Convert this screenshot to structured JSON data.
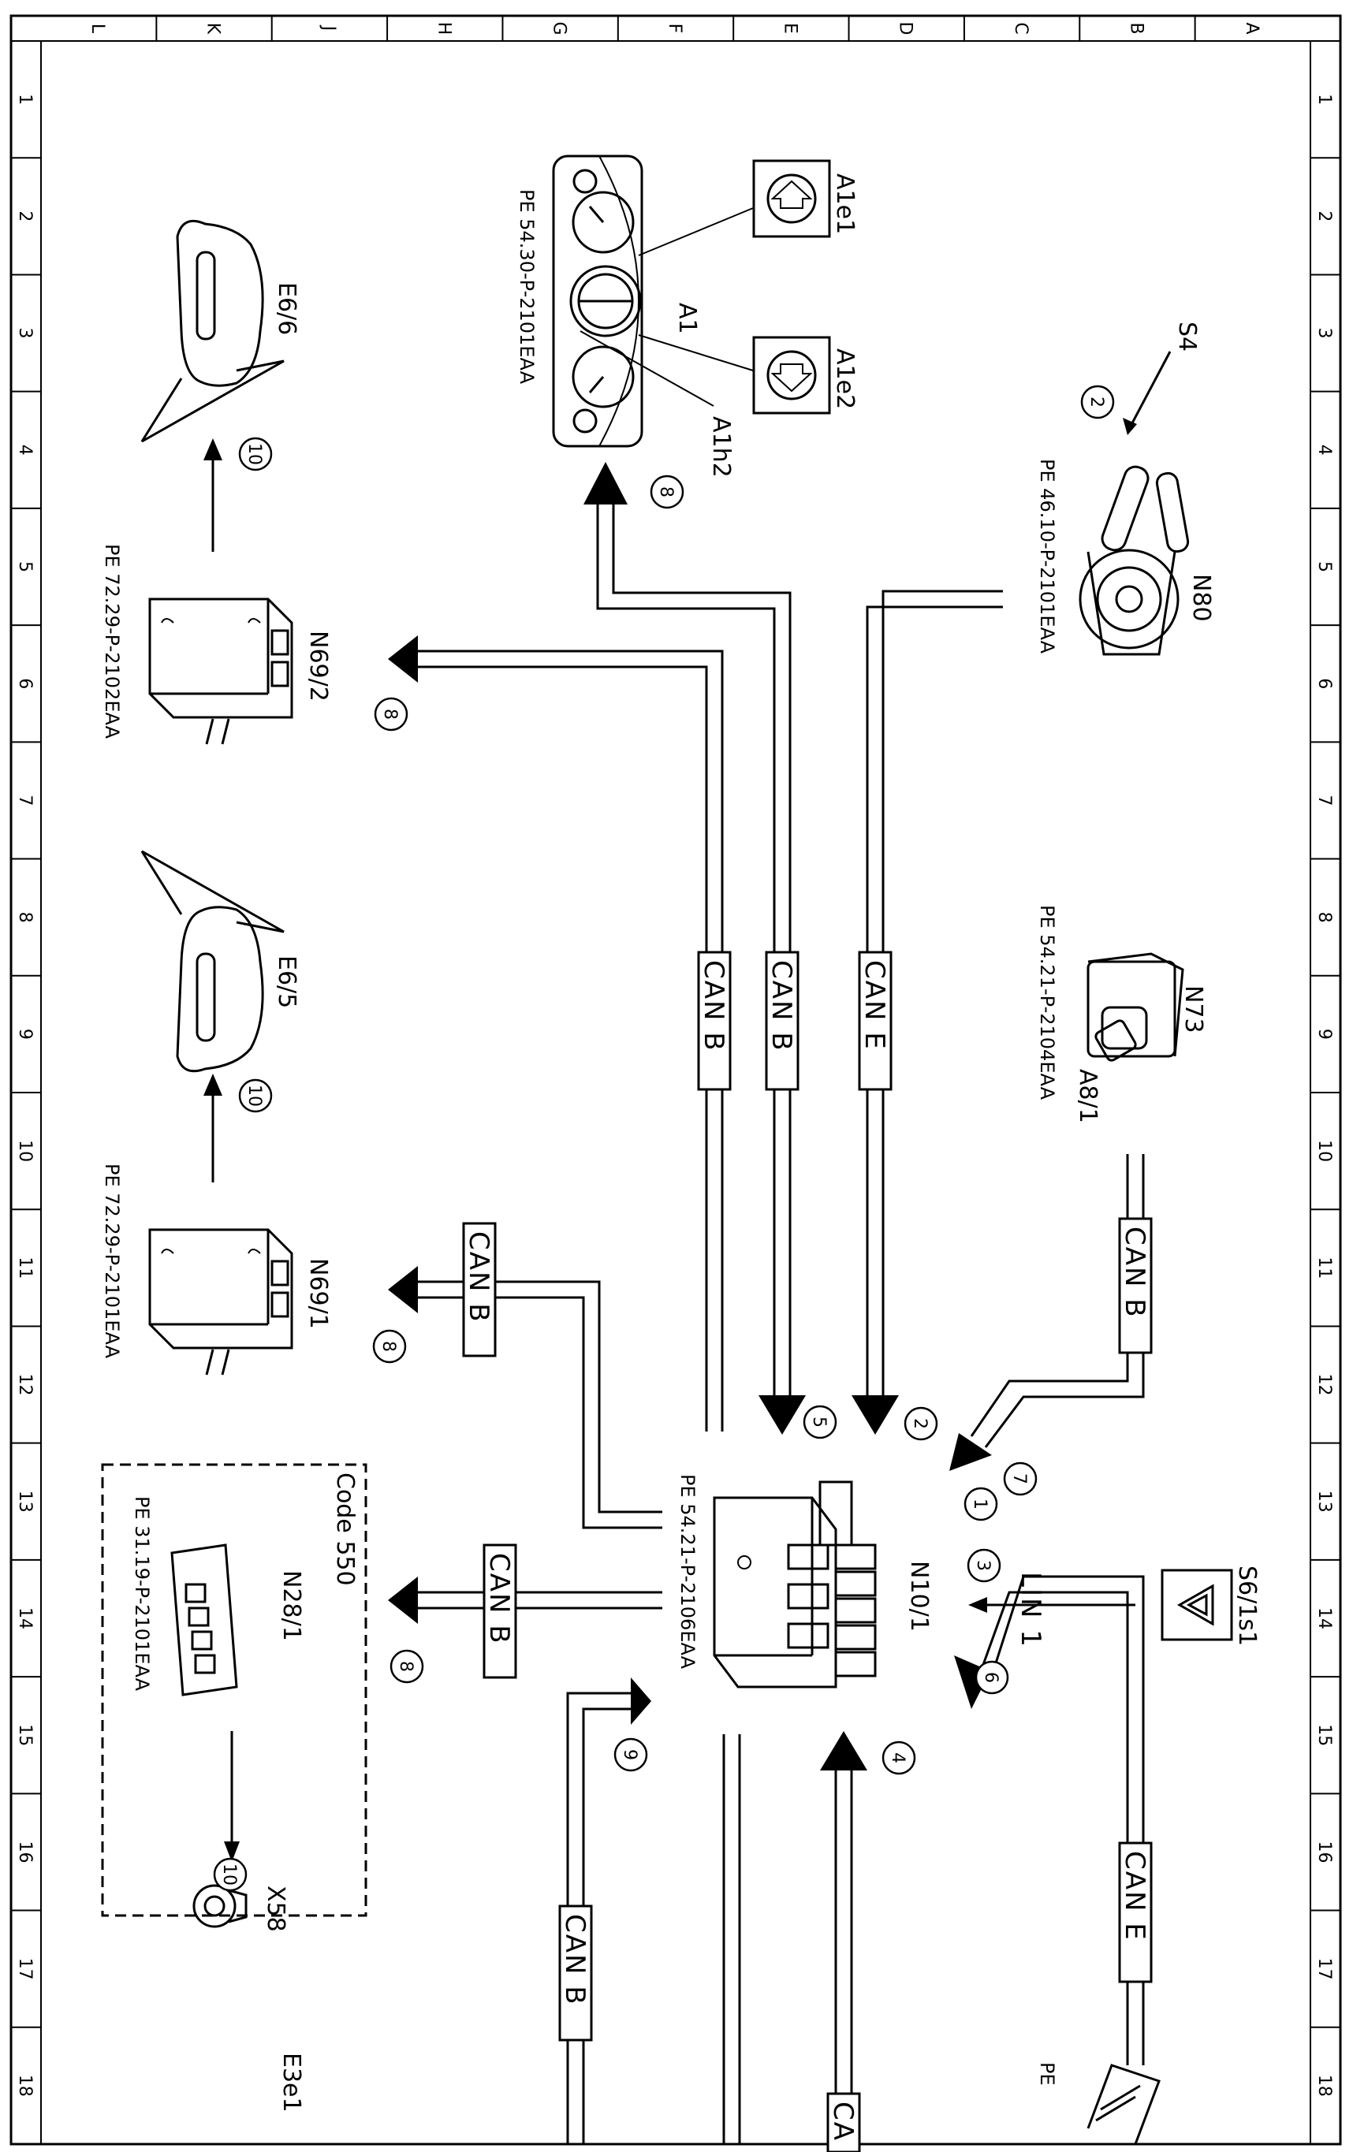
{
  "border": {
    "columns": [
      "L",
      "K",
      "J",
      "H",
      "G",
      "F",
      "E",
      "D",
      "C",
      "B",
      "A"
    ],
    "rows": [
      "1",
      "2",
      "3",
      "4",
      "5",
      "6",
      "7",
      "8",
      "9",
      "10",
      "11",
      "12",
      "13",
      "14",
      "15",
      "16",
      "17",
      "18"
    ]
  },
  "components": {
    "A1": "A1",
    "A1e1": "A1e1",
    "A1e2": "A1e2",
    "A1h2": "A1h2",
    "S4": "S4",
    "N80": "N80",
    "N73": "N73",
    "A8_1": "A8/1",
    "E6_6": "E6/6",
    "E6_5": "E6/5",
    "N69_2": "N69/2",
    "N69_1": "N69/1",
    "N10_1": "N10/1",
    "S6_1s1": "S6/1s1",
    "N28_1": "N28/1",
    "X58": "X58",
    "E3e1": "E3e1",
    "code550": "Code 550"
  },
  "refs": {
    "A1": "PE 54.30-P-2101EAA",
    "N80": "PE 46.10-P-2101EAA",
    "N73": "PE 54.21-P-2104EAA",
    "N69_2": "PE 72.29-P-2102EAA",
    "N69_1": "PE 72.29-P-2101EAA",
    "N10_1": "PE 54.21-P-2106EAA",
    "N28_1": "PE 31.19-P-2101EAA",
    "bottom": "PE"
  },
  "buses": {
    "canB": "CAN B",
    "canE": "CAN E",
    "lin1": "LIN 1",
    "canPartial": "CA"
  },
  "callouts": {
    "n1": "1",
    "n2": "2",
    "n3": "3",
    "n4": "4",
    "n5": "5",
    "n6": "6",
    "n7": "7",
    "n8": "8",
    "n9": "9",
    "n10": "10"
  }
}
